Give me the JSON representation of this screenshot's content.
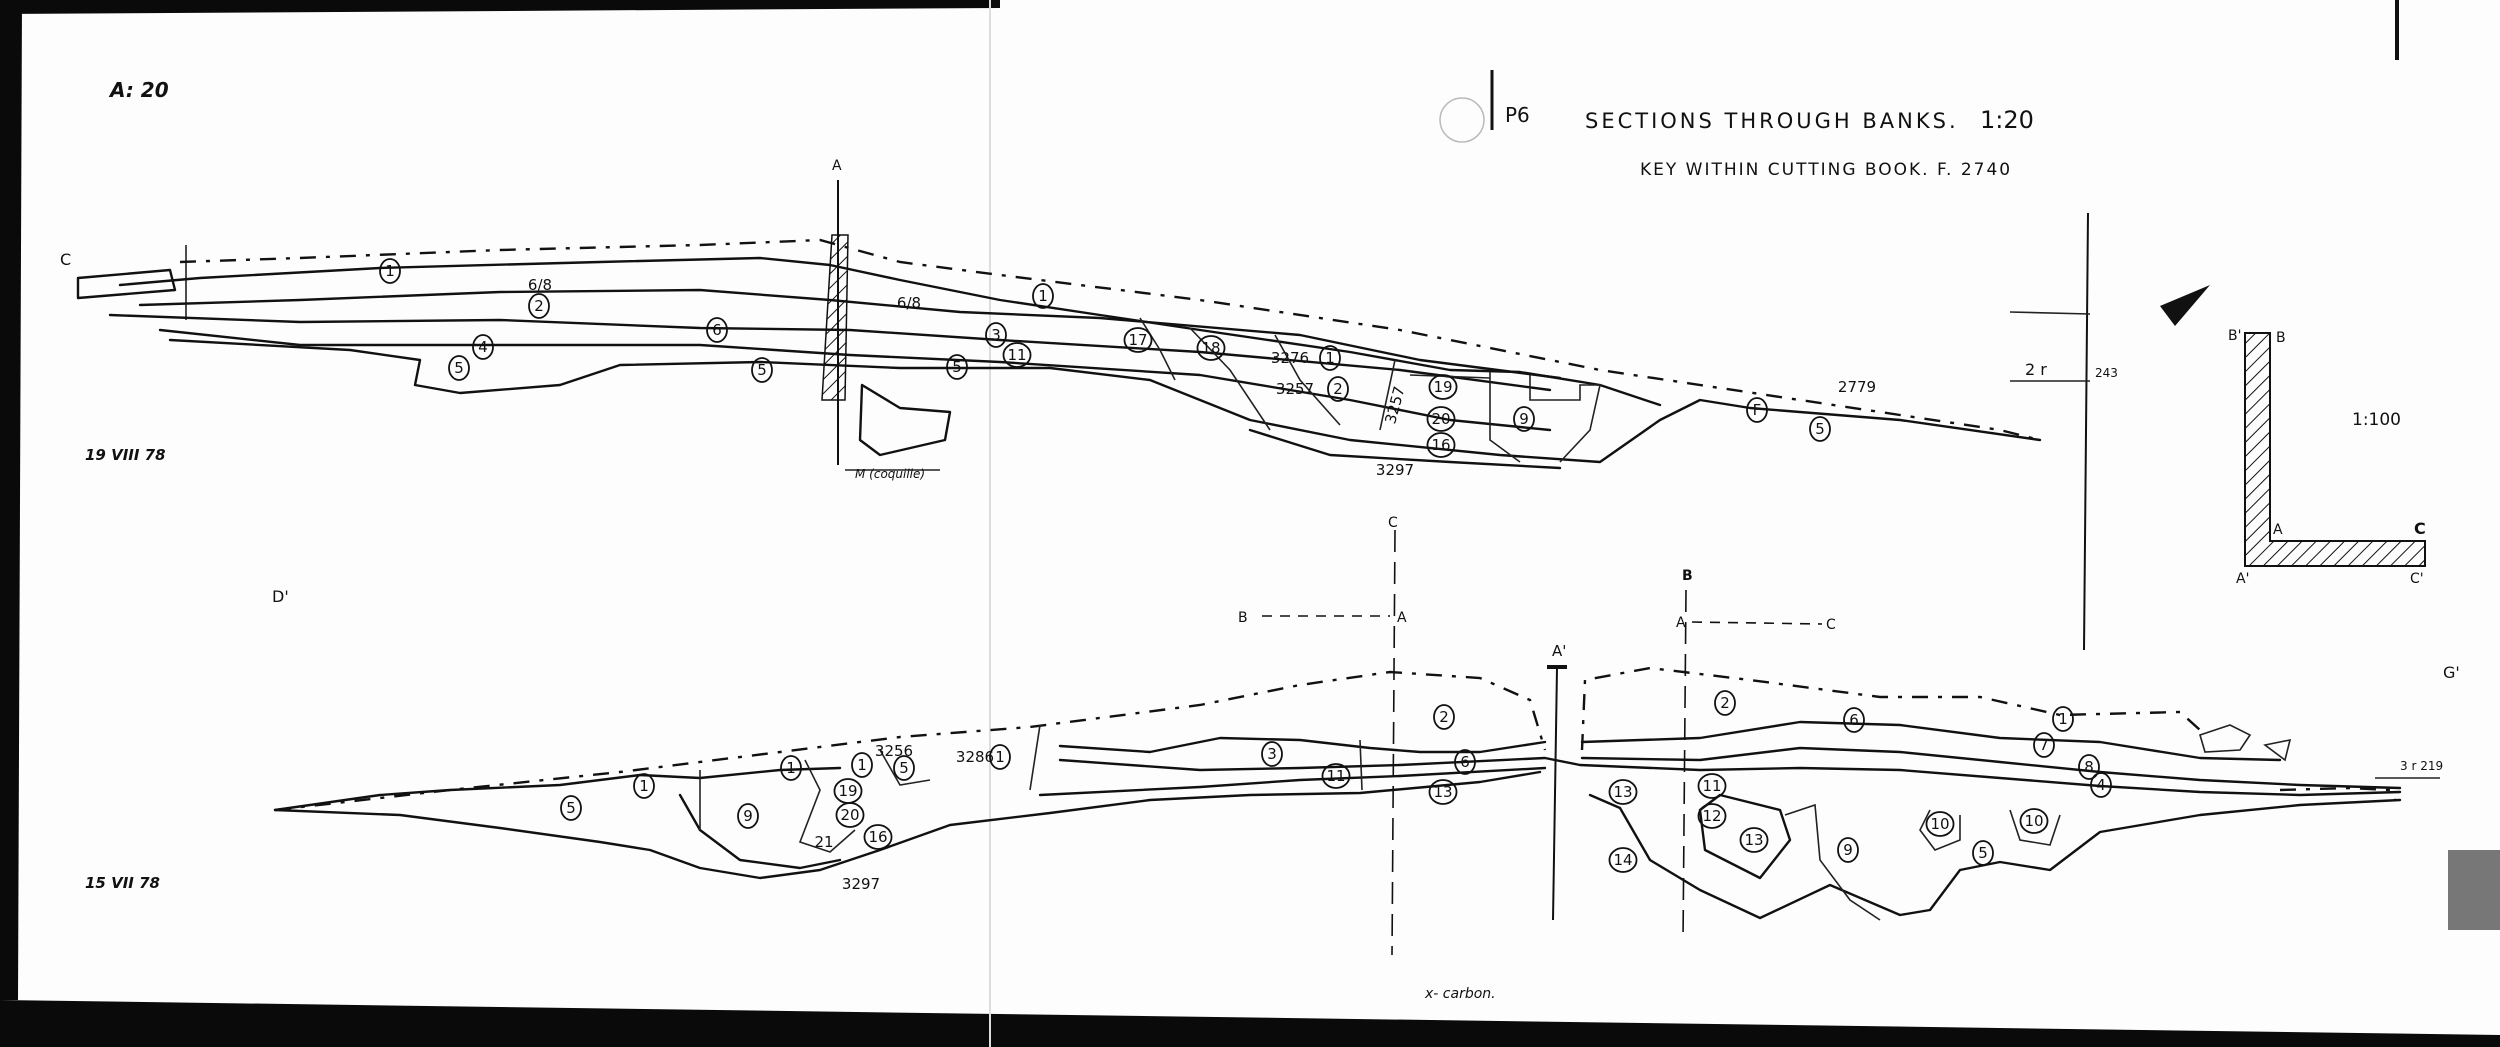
{
  "header": {
    "plan_ref": "P6",
    "title": "SECTIONS THROUGH BANKS.",
    "scale": "1:20",
    "subtitle": "KEY WITHIN CUTTING BOOK. F. 2740",
    "sheet_scale": "A: 20"
  },
  "upper_section": {
    "end_label": "C",
    "date": "19 VIII 78",
    "section_marker": "A",
    "note": "M (coquille)",
    "contexts": [
      "3276",
      "3257",
      "3297",
      "2779",
      "3257"
    ],
    "layers": [
      "1",
      "2",
      "6/8",
      "4",
      "5",
      "6",
      "5",
      "6/8",
      "1",
      "3",
      "11",
      "5",
      "17",
      "18",
      "1",
      "2",
      "19",
      "20",
      "16",
      "9",
      "F",
      "5"
    ],
    "datum_labels": [
      "2 r",
      "243"
    ]
  },
  "lower_section": {
    "start_label": "D'",
    "end_label": "G'",
    "date": "15 VII 78",
    "contexts": [
      "3256",
      "3286",
      "3297"
    ],
    "layers": [
      "5",
      "1",
      "9",
      "1",
      "1",
      "19",
      "20",
      "21",
      "16",
      "5",
      "1",
      "3",
      "11",
      "2",
      "6",
      "13",
      "2",
      "6",
      "1",
      "7",
      "8",
      "4",
      "11",
      "13",
      "12",
      "13",
      "14",
      "9",
      "10",
      "10",
      "5"
    ],
    "datum_label": "3 r 219",
    "markers": [
      "C",
      "B",
      "A",
      "A'",
      "B",
      "A",
      "C"
    ],
    "legend": "x- carbon."
  },
  "key_plan": {
    "scale": "1:100",
    "corners": [
      "B'",
      "B",
      "A",
      "A'",
      "C",
      "C'"
    ]
  }
}
